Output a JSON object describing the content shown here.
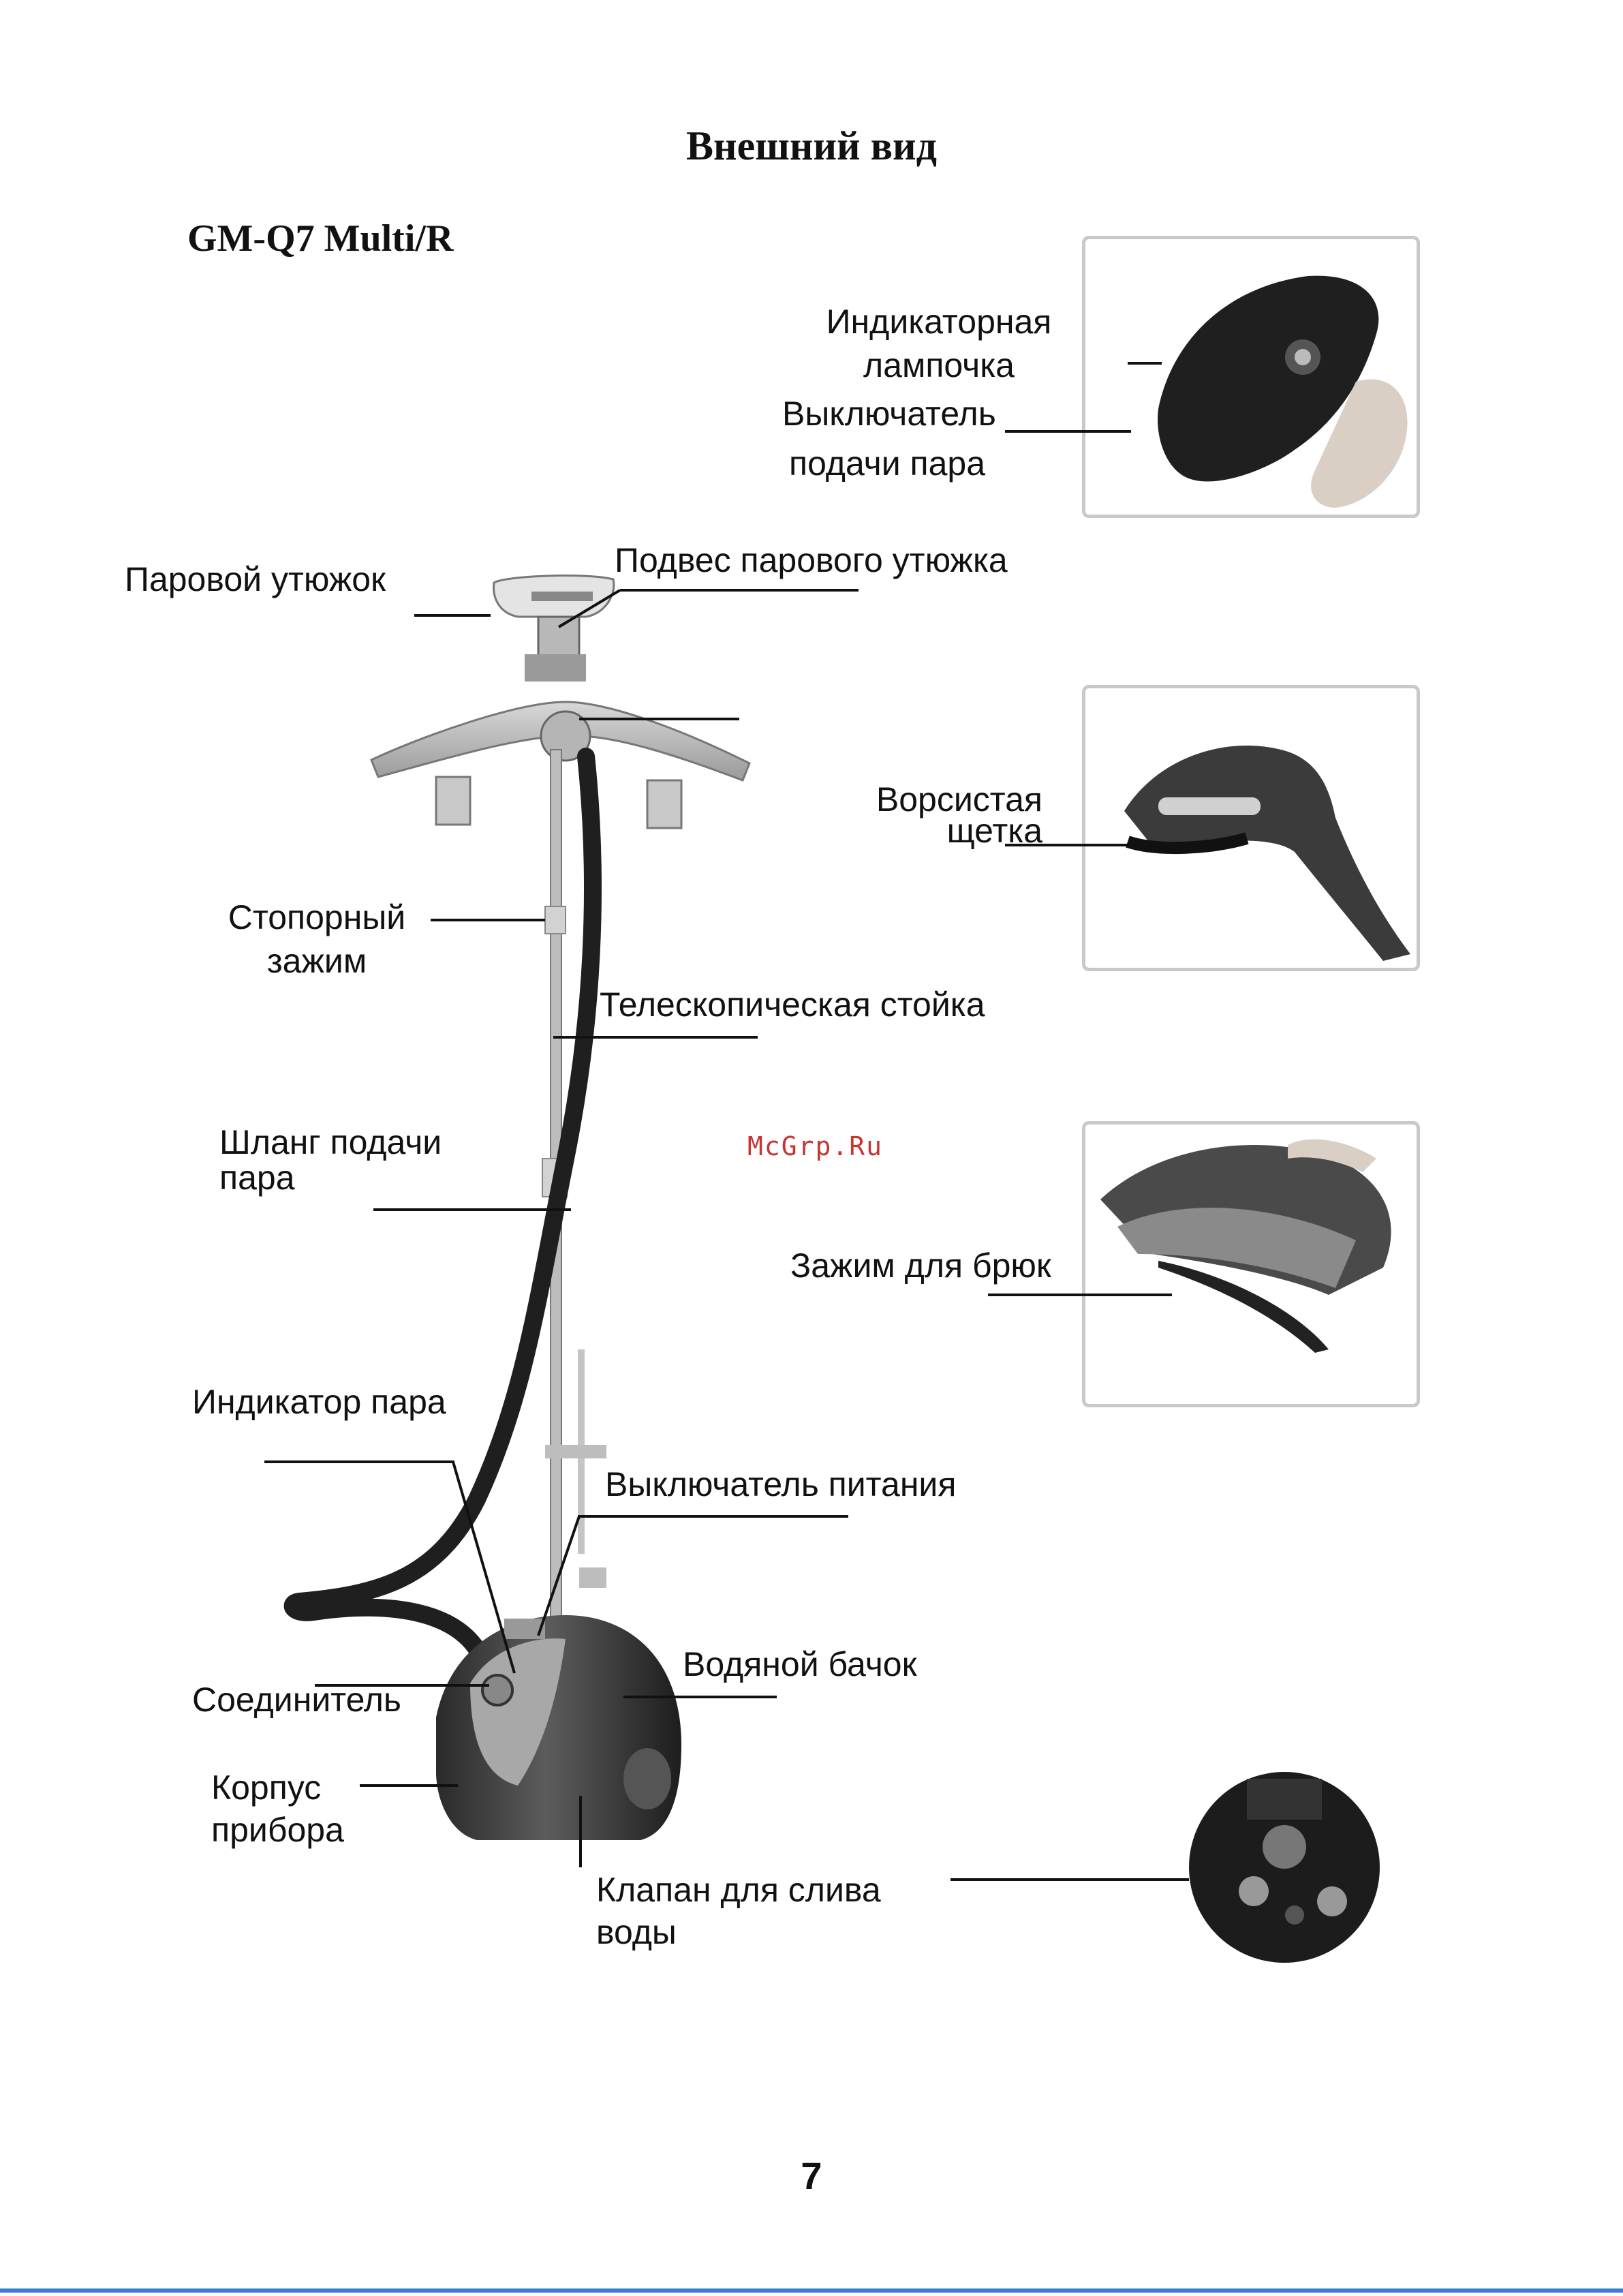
{
  "page": {
    "title": "Внешний вид",
    "model": "GM-Q7 Multi/R",
    "watermark": "McGrp.Ru",
    "page_number": "7"
  },
  "labels": {
    "indicator_lamp": "Индикаторная\nлампочка",
    "steam_switch": "Выключатель",
    "steam_switch_2": "подачи пара",
    "steam_iron": "Паровой утюжок",
    "iron_holder": "Подвес парового утюжка",
    "bristle_brush": "Ворсистая\nщетка",
    "stop_clamp": "Стопорный\nзажим",
    "telescopic_pole": "Телескопическая стойка",
    "steam_hose": "Шланг подачи\nпара",
    "trouser_clamp": "Зажим для брюк",
    "steam_indicator": "Индикатор пара",
    "power_switch": "Выключатель питания",
    "water_tank": "Водяной бачок",
    "connector": "Соединитель",
    "body": "Корпус\nприбора",
    "drain_valve": "Клапан для слива\nводы"
  },
  "colors": {
    "ink": "#111111",
    "inset_border": "#c9c9c9",
    "watermark": "#c8342f",
    "footer_line": "#3a7bd5"
  }
}
